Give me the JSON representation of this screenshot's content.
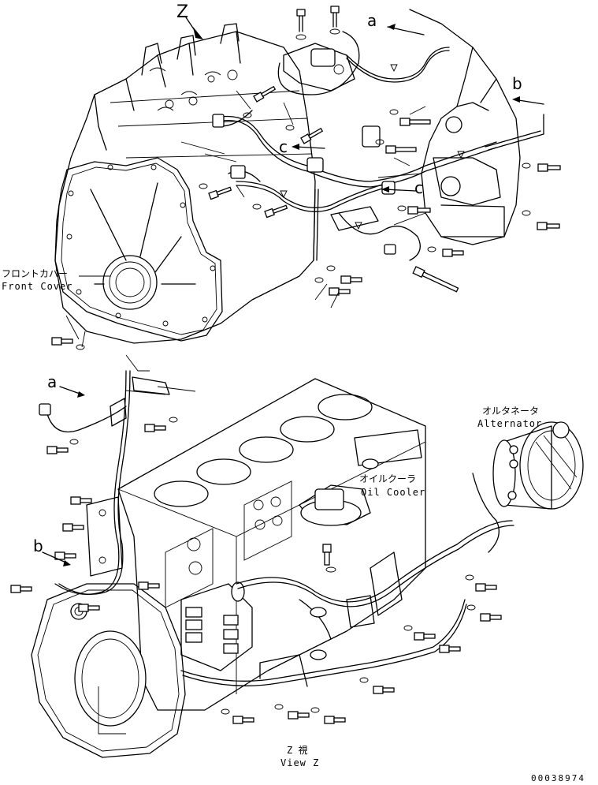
{
  "callouts": {
    "z": "Z",
    "a_top": "a",
    "b_top": "b",
    "c_1": "c",
    "c_2": "c",
    "a_left": "a",
    "b_left": "b"
  },
  "labels": {
    "front_cover_jp": "フロントカバー",
    "front_cover_en": "Front Cover",
    "alternator_jp": "オルタネータ",
    "alternator_en": "Alternator",
    "oil_cooler_jp": "オイルクーラ",
    "oil_cooler_en": "Oil Cooler",
    "view_z_jp": "Z 視",
    "view_z_en": "View Z",
    "part_number": "00038974"
  }
}
